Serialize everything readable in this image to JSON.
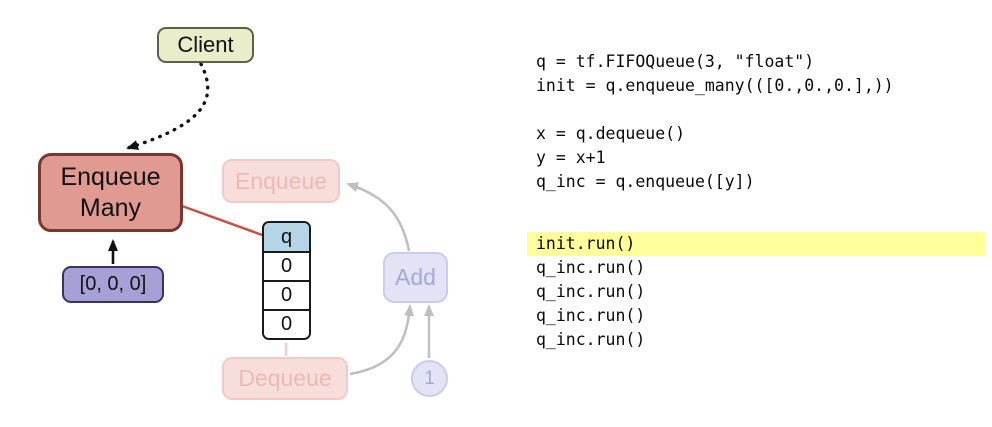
{
  "diagram": {
    "client": {
      "label": "Client"
    },
    "enqueue_many": {
      "label_line1": "Enqueue",
      "label_line2": "Many"
    },
    "input_tensor": {
      "label": "[0, 0, 0]"
    },
    "queue": {
      "header": "q",
      "cells": [
        "0",
        "0",
        "0"
      ]
    },
    "faded": {
      "enqueue": "Enqueue",
      "add": "Add",
      "dequeue": "Dequeue",
      "one": "1"
    },
    "colors": {
      "client_fill": "#e9edc9",
      "enqueue_many_fill": "#e19a92",
      "input_tensor_fill": "#a5a1d6",
      "queue_header_fill": "#b4d5e6",
      "edge_red": "#c94f44",
      "faded_pink_fill": "#f8dedb",
      "faded_lavender_fill": "#e2e3f5",
      "faded_arrow_gray": "#bfbfbf",
      "code_highlight": "#ffff9c"
    }
  },
  "code": {
    "lines": [
      "q = tf.FIFOQueue(3, \"float\")",
      "init = q.enqueue_many(([0.,0.,0.],))",
      "",
      "x = q.dequeue()",
      "y = x+1",
      "q_inc = q.enqueue([y])",
      "",
      "init.run()",
      "q_inc.run()",
      "q_inc.run()",
      "q_inc.run()",
      "q_inc.run()"
    ],
    "highlighted_line": "init.run()"
  }
}
